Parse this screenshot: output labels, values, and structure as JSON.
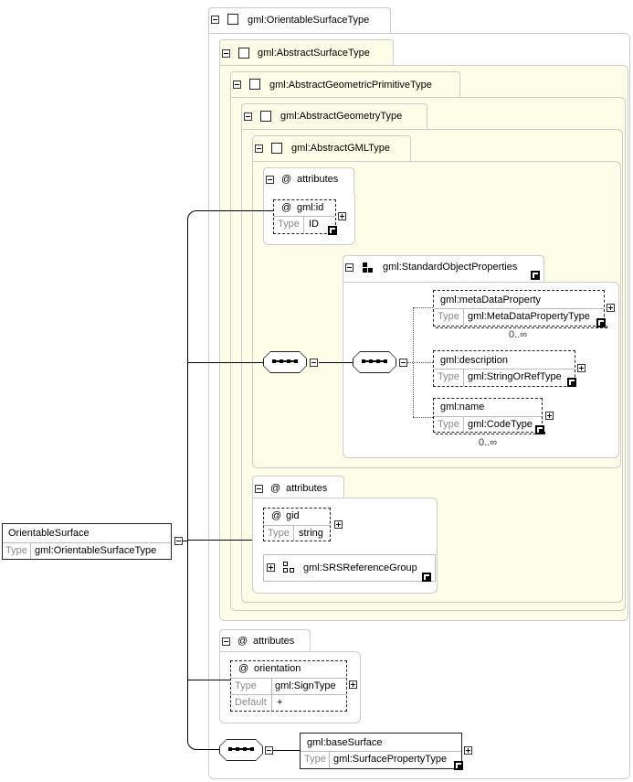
{
  "types": {
    "orientable": "gml:OrientableSurfaceType",
    "abstract_surface": "gml:AbstractSurfaceType",
    "abstract_geometric_primitive": "gml:AbstractGeometricPrimitiveType",
    "abstract_geometry": "gml:AbstractGeometryType",
    "abstract_gml": "gml:AbstractGMLType"
  },
  "attributes_label": "attributes",
  "at_symbol": "@",
  "type_label": "Type",
  "default_label": "Default",
  "gml_id": {
    "name": "gml:id",
    "type": "ID"
  },
  "standard_object_properties": "gml:StandardObjectProperties",
  "meta_data_property": {
    "name": "gml:metaDataProperty",
    "type": "gml:MetaDataPropertyType",
    "occurs": "0..∞"
  },
  "description": {
    "name": "gml:description",
    "type": "gml:StringOrRefType"
  },
  "name_el": {
    "name": "gml:name",
    "type": "gml:CodeType",
    "occurs": "0..∞"
  },
  "gid": {
    "name": "gid",
    "type": "string"
  },
  "srs_reference_group": "gml:SRSReferenceGroup",
  "orientation": {
    "name": "orientation",
    "type": "gml:SignType",
    "default": "+"
  },
  "base_surface": {
    "name": "gml:baseSurface",
    "type": "gml:SurfacePropertyType"
  },
  "root": {
    "name": "OrientableSurface",
    "type": "gml:OrientableSurfaceType"
  }
}
